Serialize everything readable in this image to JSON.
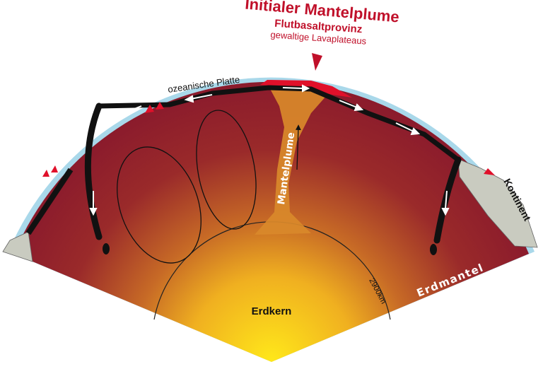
{
  "title": "Initialer Mantelplume",
  "subtitle": "Flutbasaltprovinz",
  "subtitle2": "gewaltige Lavaplateaus",
  "labels": {
    "oceanic_plate": "ozeanische Platte",
    "mantle_plume": "Mantelplume",
    "continent": "Kontinent",
    "mantle_left": "Erdmantel",
    "mantle_right": "Erdmantel",
    "core": "Erdkern",
    "depth": "2900km"
  },
  "colors": {
    "accent_red": "#c0102a",
    "mantle_dark": "#8c1a2c",
    "core_yellow": "#ffe21a",
    "ocean_crust": "#a9d8ea",
    "continent_gray": "#c9cbc0"
  }
}
